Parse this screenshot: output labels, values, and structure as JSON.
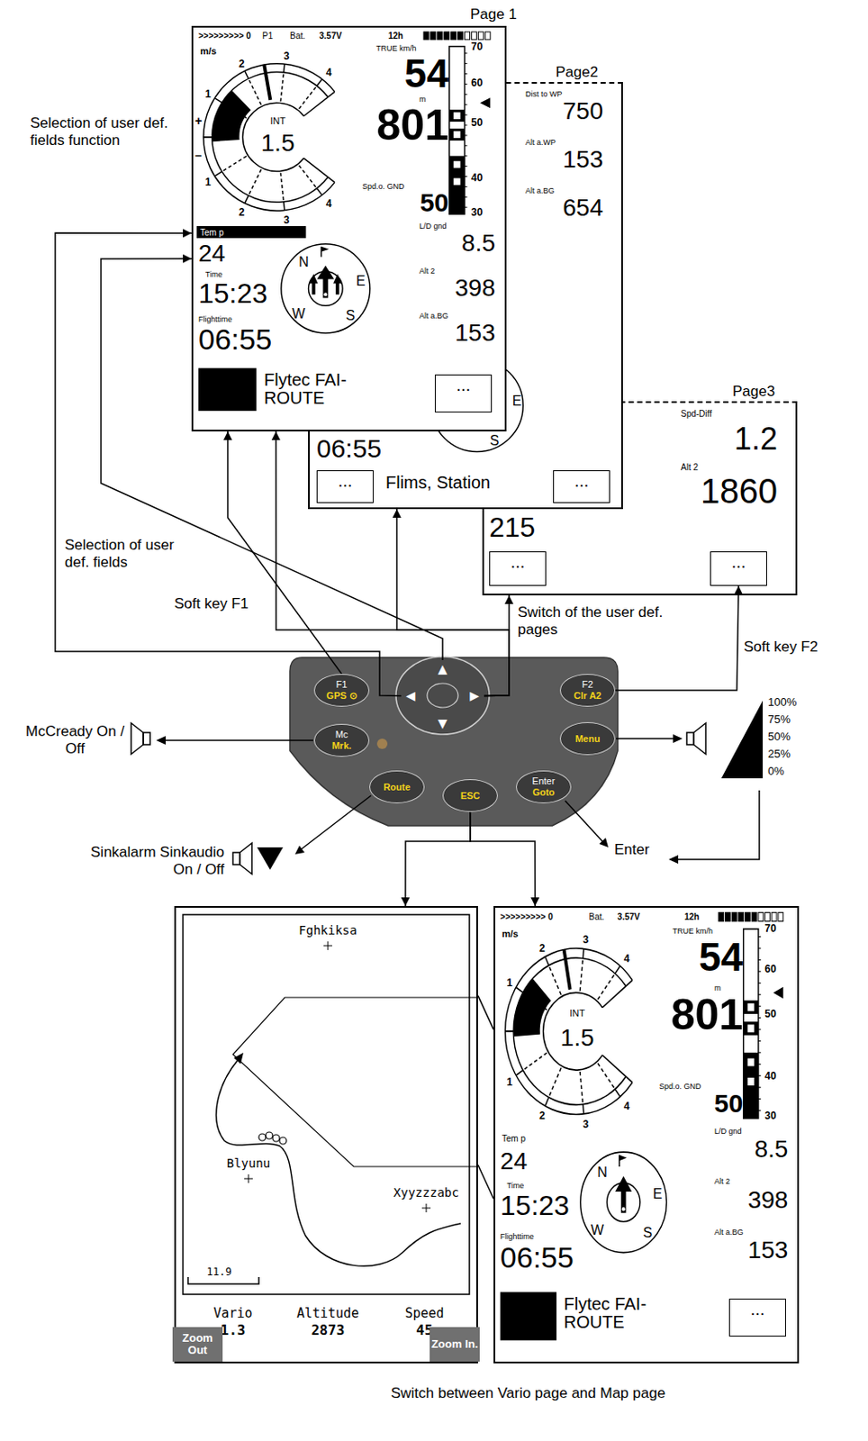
{
  "diagram": {
    "caption": "Switch between Vario page and Map page",
    "nodes": [
      {
        "text": [
          "Page 1",
          ">>>>>>>>> 0",
          "P1",
          "Bat.",
          "3.57V",
          "12h",
          "m/s",
          "TRUE km/h",
          "70",
          "60",
          "50",
          "40",
          "30",
          "54",
          "m",
          "801",
          "1",
          "2",
          "3",
          "4",
          "+",
          "–",
          "1",
          "2",
          "3",
          "4",
          "INT",
          "1.5",
          "Spd.o. GND",
          "50",
          "Tem p",
          "24",
          "L/D gnd",
          "8.5",
          "N",
          "E",
          "W",
          "S",
          "Time",
          "15:23",
          "Alt 2",
          "398",
          "Flighttime",
          "06:55",
          "Alt a.BG",
          "153",
          "Flytec FAI-ROUTE"
        ]
      },
      {
        "text": [
          "..."
        ],
        "in": 0
      },
      {
        "text": [
          "Page2",
          "Dist to WP",
          "750",
          "Alt a.WP",
          "153",
          "Alt a.BG",
          "654",
          "E",
          "S",
          "06:55",
          "Flims, Station"
        ]
      },
      {
        "text": [
          "..."
        ],
        "in": 2
      },
      {
        "text": [
          "..."
        ],
        "in": 2
      },
      {
        "text": [
          "Page3",
          "Spd-Diff",
          "1.2",
          "Alt 2",
          "1860",
          "215"
        ]
      },
      {
        "text": [
          "..."
        ],
        "in": 5
      },
      {
        "text": [
          "..."
        ],
        "in": 5
      },
      {
        "text": [
          "F1",
          "GPS ⊙"
        ]
      },
      {
        "text": [
          "▲"
        ]
      },
      {
        "text": [
          "F2",
          "Clr A2"
        ]
      },
      {
        "text": [
          "◀"
        ]
      },
      {
        "text": [
          "▶"
        ]
      },
      {
        "text": [
          "▼"
        ]
      },
      {
        "text": [
          "Mc",
          "Mrk."
        ]
      },
      {
        "text": [
          "Menu"
        ]
      },
      {
        "text": [
          "Route"
        ]
      },
      {
        "text": [
          "ESC"
        ]
      },
      {
        "text": [
          "Enter",
          "Goto"
        ]
      },
      {
        "text": [
          "Fghkiksa",
          "Blyunu",
          "Xyyzzzabc",
          "11.9",
          "Vario",
          "1.3",
          "Altitude",
          "2873",
          "Speed",
          "45"
        ]
      },
      {
        "text": [
          "Zoom Out"
        ],
        "in": 19
      },
      {
        "text": [
          "Zoom In."
        ],
        "in": 19
      },
      {
        "text": [
          ">>>>>>>>> 0",
          "Bat.",
          "3.57V",
          "12h",
          "m/s",
          "TRUE km/h",
          "70",
          "60",
          "50",
          "40",
          "30",
          "54",
          "m",
          "801",
          "1",
          "2",
          "3",
          "4",
          "1",
          "2",
          "3",
          "4",
          "INT",
          "1.5",
          "Spd.o. GND",
          "50",
          "Tem p",
          "24",
          "L/D gnd",
          "8.5",
          "N",
          "E",
          "W",
          "S",
          "Time",
          "15:23",
          "Alt 2",
          "398",
          "Flighttime",
          "06:55",
          "Alt a.BG",
          "153",
          "Flytec FAI-ROUTE"
        ]
      },
      {
        "text": [
          "..."
        ],
        "in": 22
      }
    ],
    "edges": [
      {
        "from": 8,
        "to": 0,
        "arrow": "to"
      },
      {
        "from": 11,
        "to": 0,
        "arrow": "to"
      },
      {
        "from": 9,
        "to": 0,
        "arrow": "to"
      },
      {
        "from": 12,
        "to": 0,
        "arrow": "to"
      },
      {
        "from": 12,
        "to": 2,
        "arrow": "to"
      },
      {
        "from": 12,
        "to": 5,
        "arrow": "to"
      },
      {
        "from": 10,
        "to": 7,
        "arrow": "to"
      },
      {
        "from": 17,
        "to": 19,
        "arrow": "to"
      },
      {
        "from": 17,
        "to": 22,
        "arrow": "to"
      },
      {
        "from": 19,
        "to": 22,
        "arrow": "none"
      },
      {
        "from": 19,
        "to": 22,
        "arrow": "none"
      }
    ],
    "labels": [
      "Selection of user def. fields function",
      "Selection of user def. fields",
      "Soft key F1",
      "Switch of the user def. pages",
      "Soft key F2",
      "McCready On / Off",
      "100%",
      "75%",
      "50%",
      "25%",
      "0%",
      "Sinkalarm Sinkaudio On / Off",
      "Enter"
    ]
  }
}
